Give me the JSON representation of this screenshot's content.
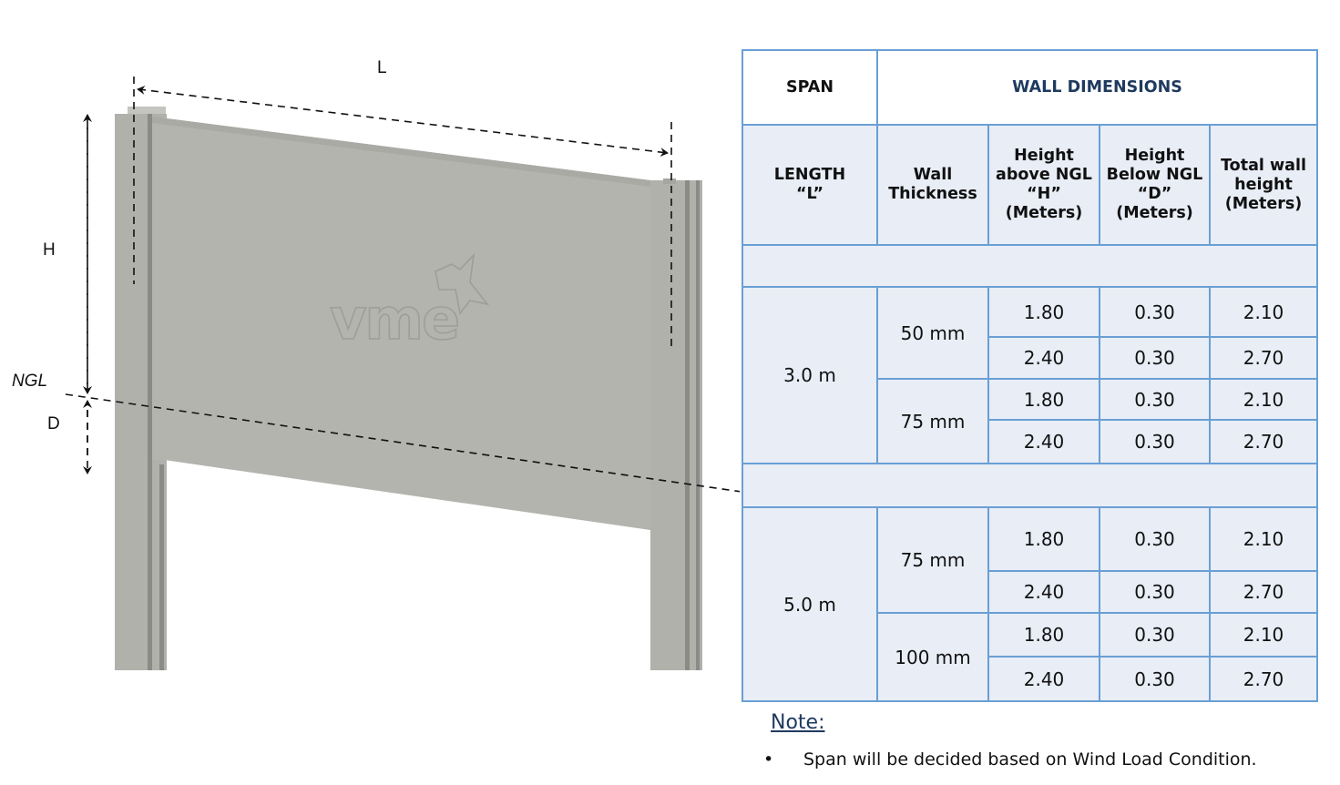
{
  "diagram": {
    "labels": {
      "length": "L",
      "height": "H",
      "ground_level": "NGL",
      "depth": "D"
    },
    "logo_text": "vme",
    "colors": {
      "panel": "#b2b3ad",
      "panel_dark": "#8e8f8a",
      "dimension_lines": "#111111"
    }
  },
  "table": {
    "colors": {
      "border": "#6a9fd4",
      "cell_fill": "#e8edf6",
      "title_text": "#1f3a5f"
    },
    "header": {
      "span": "SPAN",
      "wall_dimensions": "WALL DIMENSIONS"
    },
    "columns": {
      "length": "LENGTH “L”",
      "wall_thickness": "Wall Thickness",
      "height_above": "Height above NGL “H” (Meters)",
      "height_below": "Height Below NGL “D” (Meters)",
      "total_height": "Total wall height (Meters)"
    },
    "groups": [
      {
        "length": "3.0 m",
        "thicknesses": [
          {
            "thickness": "50 mm",
            "rows": [
              {
                "h": "1.80",
                "d": "0.30",
                "total": "2.10"
              },
              {
                "h": "2.40",
                "d": "0.30",
                "total": "2.70"
              }
            ]
          },
          {
            "thickness": "75 mm",
            "rows": [
              {
                "h": "1.80",
                "d": "0.30",
                "total": "2.10"
              },
              {
                "h": "2.40",
                "d": "0.30",
                "total": "2.70"
              }
            ]
          }
        ]
      },
      {
        "length": "5.0 m",
        "thicknesses": [
          {
            "thickness": "75 mm",
            "rows": [
              {
                "h": "1.80",
                "d": "0.30",
                "total": "2.10"
              },
              {
                "h": "2.40",
                "d": "0.30",
                "total": "2.70"
              }
            ]
          },
          {
            "thickness": "100 mm",
            "rows": [
              {
                "h": "1.80",
                "d": "0.30",
                "total": "2.10"
              },
              {
                "h": "2.40",
                "d": "0.30",
                "total": "2.70"
              }
            ]
          }
        ]
      }
    ]
  },
  "note": {
    "title": "Note:",
    "bullet": "•",
    "items": [
      "Span will be decided based on Wind Load Condition."
    ]
  }
}
